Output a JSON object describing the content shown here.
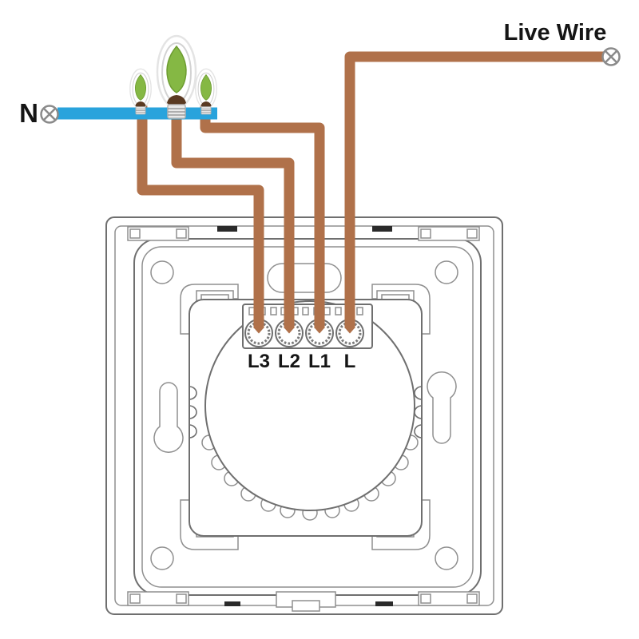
{
  "diagram": {
    "labels": {
      "neutral": "N",
      "live": "Live Wire"
    },
    "terminals": [
      {
        "label": "L3"
      },
      {
        "label": "L2"
      },
      {
        "label": "L1"
      },
      {
        "label": "L"
      }
    ],
    "lamp_count": 3
  },
  "colors": {
    "live_wire": "#b0714a",
    "neutral_wire": "#29a3dc",
    "lamp_green": "#85b844",
    "soil_brown": "#5a3a22",
    "outline_gray": "#6f6f6f",
    "text_black": "#151515"
  }
}
